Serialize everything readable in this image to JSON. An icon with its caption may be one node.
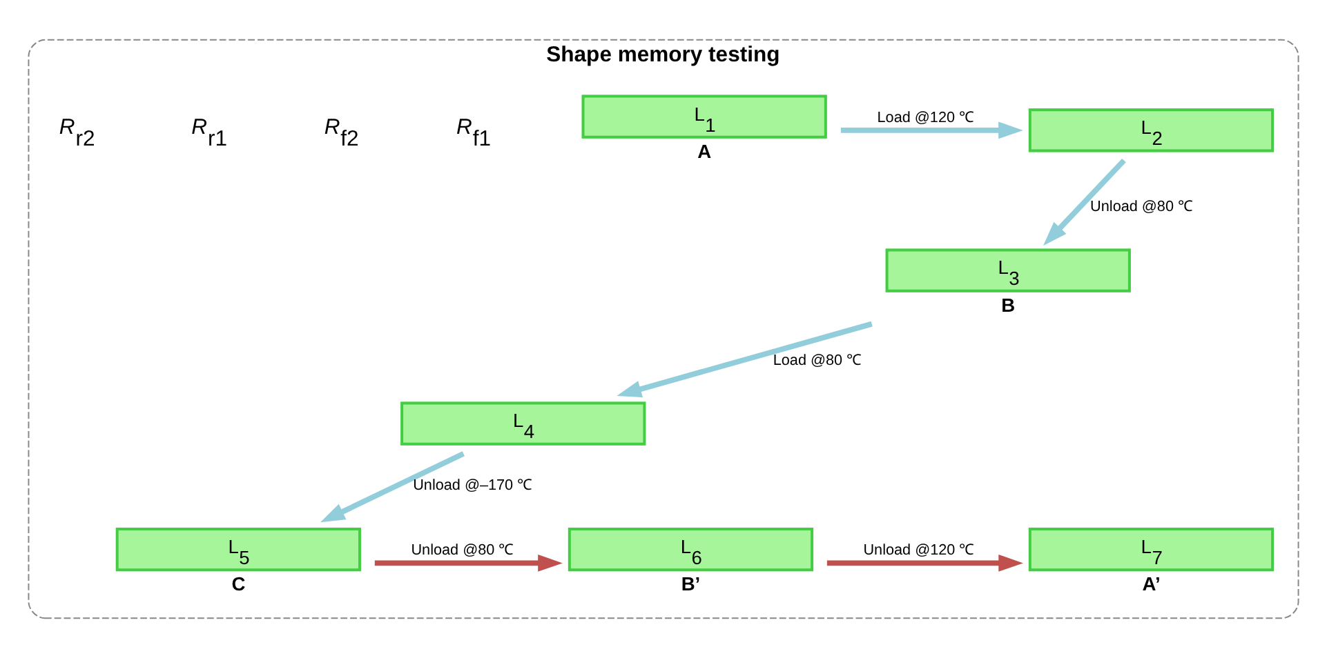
{
  "diagram": {
    "nodes": [
      {
        "text": [
          "Shape memory testing"
        ]
      },
      {
        "text": [
          "L$_{1}$"
        ],
        "beside": [
          "A"
        ],
        "in": 0
      },
      {
        "text": [
          "L$_{2}$"
        ],
        "in": 0
      },
      {
        "text": [
          "L$_{3}$"
        ],
        "beside": [
          "B"
        ],
        "in": 0
      },
      {
        "text": [
          "L$_{4}$"
        ],
        "in": 0
      },
      {
        "text": [
          "L$_{5}$"
        ],
        "beside": [
          "C"
        ],
        "in": 0
      },
      {
        "text": [
          "L$_{6}$"
        ],
        "beside": [
          "B’"
        ],
        "in": 0
      },
      {
        "text": [
          "L$_{7}$"
        ],
        "beside": [
          "A’"
        ],
        "in": 0
      }
    ],
    "edges": [
      {
        "from": 1,
        "to": 2,
        "arrow": "to",
        "label": "Load @120 ℃"
      },
      {
        "from": 2,
        "to": 3,
        "arrow": "to",
        "label": "Unload @80 ℃"
      },
      {
        "from": 3,
        "to": 4,
        "arrow": "to",
        "label": "Load @80 ℃"
      },
      {
        "from": 4,
        "to": 5,
        "arrow": "to",
        "label": "Unload @–170 ℃"
      },
      {
        "from": 5,
        "to": 6,
        "arrow": "to",
        "label": "Unload @80 ℃",
        "color": "#c0504d"
      },
      {
        "from": 6,
        "to": 7,
        "arrow": "to",
        "label": "Unload @120 ℃",
        "color": "#c0504d"
      }
    ],
    "labels": [
      "*R*$_{f1}$",
      "*R*$_{f2}$",
      "*R*$_{r1}$",
      "*R*$_{r2}$"
    ]
  }
}
